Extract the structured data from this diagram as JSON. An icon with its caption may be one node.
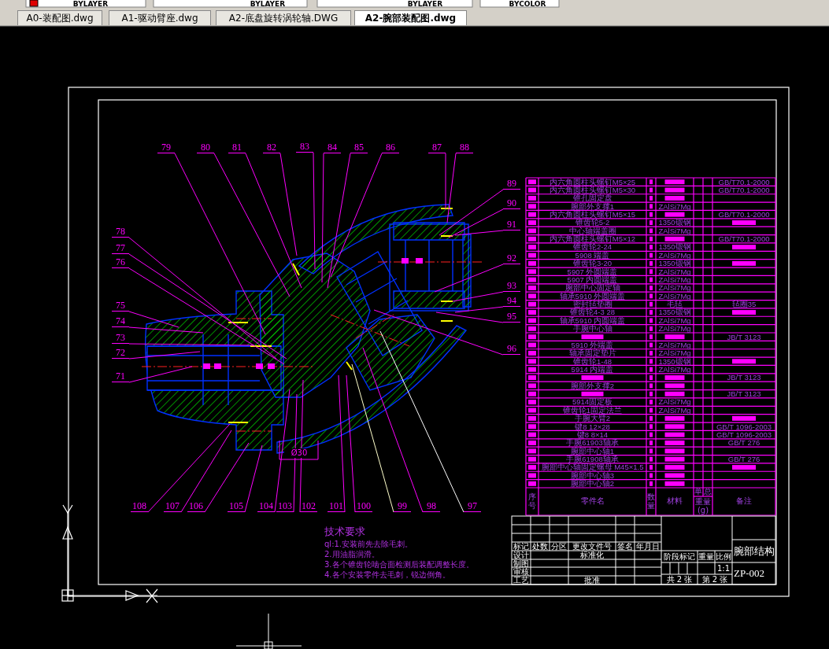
{
  "diagram": {
    "nodes": [
      {
        "text": [
          "71"
        ]
      },
      {
        "text": [
          "72"
        ]
      },
      {
        "text": [
          "73"
        ]
      },
      {
        "text": [
          "74"
        ]
      },
      {
        "text": [
          "75"
        ]
      },
      {
        "text": [
          "76"
        ]
      },
      {
        "text": [
          "77"
        ]
      },
      {
        "text": [
          "78"
        ]
      },
      {
        "text": [
          "79"
        ]
      },
      {
        "text": [
          "80"
        ]
      },
      {
        "text": [
          "81"
        ]
      },
      {
        "text": [
          "82"
        ]
      },
      {
        "text": [
          "83"
        ]
      },
      {
        "text": [
          "84"
        ]
      },
      {
        "text": [
          "85"
        ]
      },
      {
        "text": [
          "86"
        ]
      },
      {
        "text": [
          "87"
        ]
      },
      {
        "text": [
          "88"
        ]
      },
      {
        "text": [
          "89"
        ]
      },
      {
        "text": [
          "90"
        ]
      },
      {
        "text": [
          "91"
        ]
      },
      {
        "text": [
          "92"
        ]
      },
      {
        "text": [
          "93"
        ]
      },
      {
        "text": [
          "94"
        ]
      },
      {
        "text": [
          "95"
        ]
      },
      {
        "text": [
          "96"
        ]
      },
      {
        "text": [
          "97"
        ]
      },
      {
        "text": [
          "98"
        ]
      },
      {
        "text": [
          "99"
        ]
      },
      {
        "text": [
          "100"
        ]
      },
      {
        "text": [
          "101"
        ]
      },
      {
        "text": [
          "102"
        ]
      },
      {
        "text": [
          "103"
        ]
      },
      {
        "text": [
          "104"
        ]
      },
      {
        "text": [
          "105"
        ]
      },
      {
        "text": [
          "106"
        ]
      },
      {
        "text": [
          "107"
        ]
      },
      {
        "text": [
          "108"
        ]
      }
    ],
    "edges": [
      {
        "from": 0,
        "to": null,
        "arrow": "none"
      },
      {
        "from": 1,
        "to": null,
        "arrow": "none"
      },
      {
        "from": 2,
        "to": null,
        "arrow": "none"
      },
      {
        "from": 3,
        "to": null,
        "arrow": "none"
      },
      {
        "from": 4,
        "to": null,
        "arrow": "none"
      },
      {
        "from": 5,
        "to": null,
        "arrow": "none"
      },
      {
        "from": 6,
        "to": null,
        "arrow": "none"
      },
      {
        "from": 7,
        "to": null,
        "arrow": "none"
      },
      {
        "from": 8,
        "to": null,
        "arrow": "none"
      },
      {
        "from": 9,
        "to": null,
        "arrow": "none"
      },
      {
        "from": 10,
        "to": null,
        "arrow": "none"
      },
      {
        "from": 11,
        "to": null,
        "arrow": "none"
      },
      {
        "from": 12,
        "to": null,
        "arrow": "none"
      },
      {
        "from": 13,
        "to": null,
        "arrow": "none"
      },
      {
        "from": 14,
        "to": null,
        "arrow": "none"
      },
      {
        "from": 15,
        "to": null,
        "arrow": "none"
      },
      {
        "from": 16,
        "to": null,
        "arrow": "none"
      },
      {
        "from": 17,
        "to": null,
        "arrow": "none"
      },
      {
        "from": 18,
        "to": null,
        "arrow": "none"
      },
      {
        "from": 19,
        "to": null,
        "arrow": "none"
      },
      {
        "from": 20,
        "to": null,
        "arrow": "none"
      },
      {
        "from": 21,
        "to": null,
        "arrow": "none"
      },
      {
        "from": 22,
        "to": null,
        "arrow": "none"
      },
      {
        "from": 23,
        "to": null,
        "arrow": "none"
      },
      {
        "from": 24,
        "to": null,
        "arrow": "none"
      },
      {
        "from": 25,
        "to": null,
        "arrow": "none"
      },
      {
        "from": 26,
        "to": null,
        "arrow": "none",
        "color": "#ffffff"
      },
      {
        "from": 27,
        "to": null,
        "arrow": "none"
      },
      {
        "from": 28,
        "to": null,
        "arrow": "none",
        "color": "#ffffcc"
      },
      {
        "from": 29,
        "to": null,
        "arrow": "none"
      },
      {
        "from": 30,
        "to": null,
        "arrow": "none"
      },
      {
        "from": 31,
        "to": null,
        "arrow": "none"
      },
      {
        "from": 32,
        "to": null,
        "arrow": "none"
      },
      {
        "from": 33,
        "to": null,
        "arrow": "none"
      },
      {
        "from": 34,
        "to": null,
        "arrow": "none"
      },
      {
        "from": 35,
        "to": null,
        "arrow": "none"
      },
      {
        "from": 36,
        "to": null,
        "arrow": "none"
      },
      {
        "from": 37,
        "to": null,
        "arrow": "none"
      }
    ],
    "labels": [
      "BYLAYER",
      "BYLAYER",
      "BYLAYER",
      "BYCOLOR",
      "A0-装配图.dwg",
      "A1-驱动臂座.dwg",
      "A2-底盘旋转涡轮轴.DWG",
      "A2-腕部装配图.dwg",
      "内六角圆柱头螺钉M5×25",
      "GB/T70.1-2000",
      "内六角圆柱头螺钉M5×30",
      "GB/T70.1-2000",
      "锥孔固定盘",
      "腕部外支撑1",
      "ZAlSi7Mg",
      "内六角圆柱头螺钉M5×15",
      "GB/T70.1-2000",
      "锥齿轮5-2",
      "1350锻钢",
      "中心轴端盖圈",
      "ZAlSi7Mg",
      "内六角圆柱头螺钉M5×12",
      "GB/T70.1-2000",
      "锥齿轮2-24",
      "1350锻钢",
      "5908 端盖",
      "ZAlSi7Mg",
      "锥齿轮3-20",
      "1350锻钢",
      "5907 外圆端盖",
      "ZAlSi7Mg",
      "5907 内圆端盖",
      "ZAlSi7Mg",
      "腕部中心固定轴",
      "ZAlSi7Mg",
      "轴承5910 外圆端盖",
      "ZAlSi7Mg",
      "密封毡垫圈",
      "毛毡",
      "毡圈35",
      "锥齿轮4-3 28",
      "1350锻钢",
      "轴承5910 内圆端盖",
      "ZAlSi7Mg",
      "手腕中心轴",
      "ZAlSi7Mg",
      "JB/T 3123",
      "5910 外端盖",
      "ZAlSi7Mg",
      "轴承固定垫片",
      "ZAlSi7Mg",
      "锥齿轮1-48",
      "1350锻钢",
      "5914 内端盖",
      "ZAlSi7Mg",
      "JB/T 3123",
      "腕部外支撑2",
      "JB/T 3123",
      "5914固定板",
      "ZAlSi7Mg",
      "锥齿轮1固定法兰",
      "ZAlSi7Mg",
      "手腕大臂2",
      "键8 12×28",
      "GB/T 1096-2003",
      "键8 8×14",
      "GB/T 1096-2003",
      "手腕61903轴承",
      "GB/T 276",
      "腕部中心轴1",
      "手腕61908轴承",
      "GB/T 276",
      "腕部中心轴固定螺母 M45×1.5",
      "腕部中心轴3",
      "腕部中心轴2",
      "序号",
      "零件名",
      "数量",
      "材料",
      "单",
      "总",
      "重量(g)",
      "备注",
      "标记",
      "处数",
      "分区",
      "更改文件号",
      "签名",
      "年月日",
      "设计",
      "标准化",
      "制图",
      "审核",
      "工艺",
      "批准",
      "阶段标记",
      "重量",
      "比例",
      "1:1",
      "共 2 张",
      "第 2 张",
      "腕部结构",
      "ZP-002",
      "技术要求",
      "ql:1.安装前先去除毛刺。",
      "2.用油脂润滑。",
      "3.各个锥齿轮啮合面检测后装配调整长度。",
      "4.各个安装零件去毛刺，锐边倒角。",
      "Ø30"
    ]
  }
}
